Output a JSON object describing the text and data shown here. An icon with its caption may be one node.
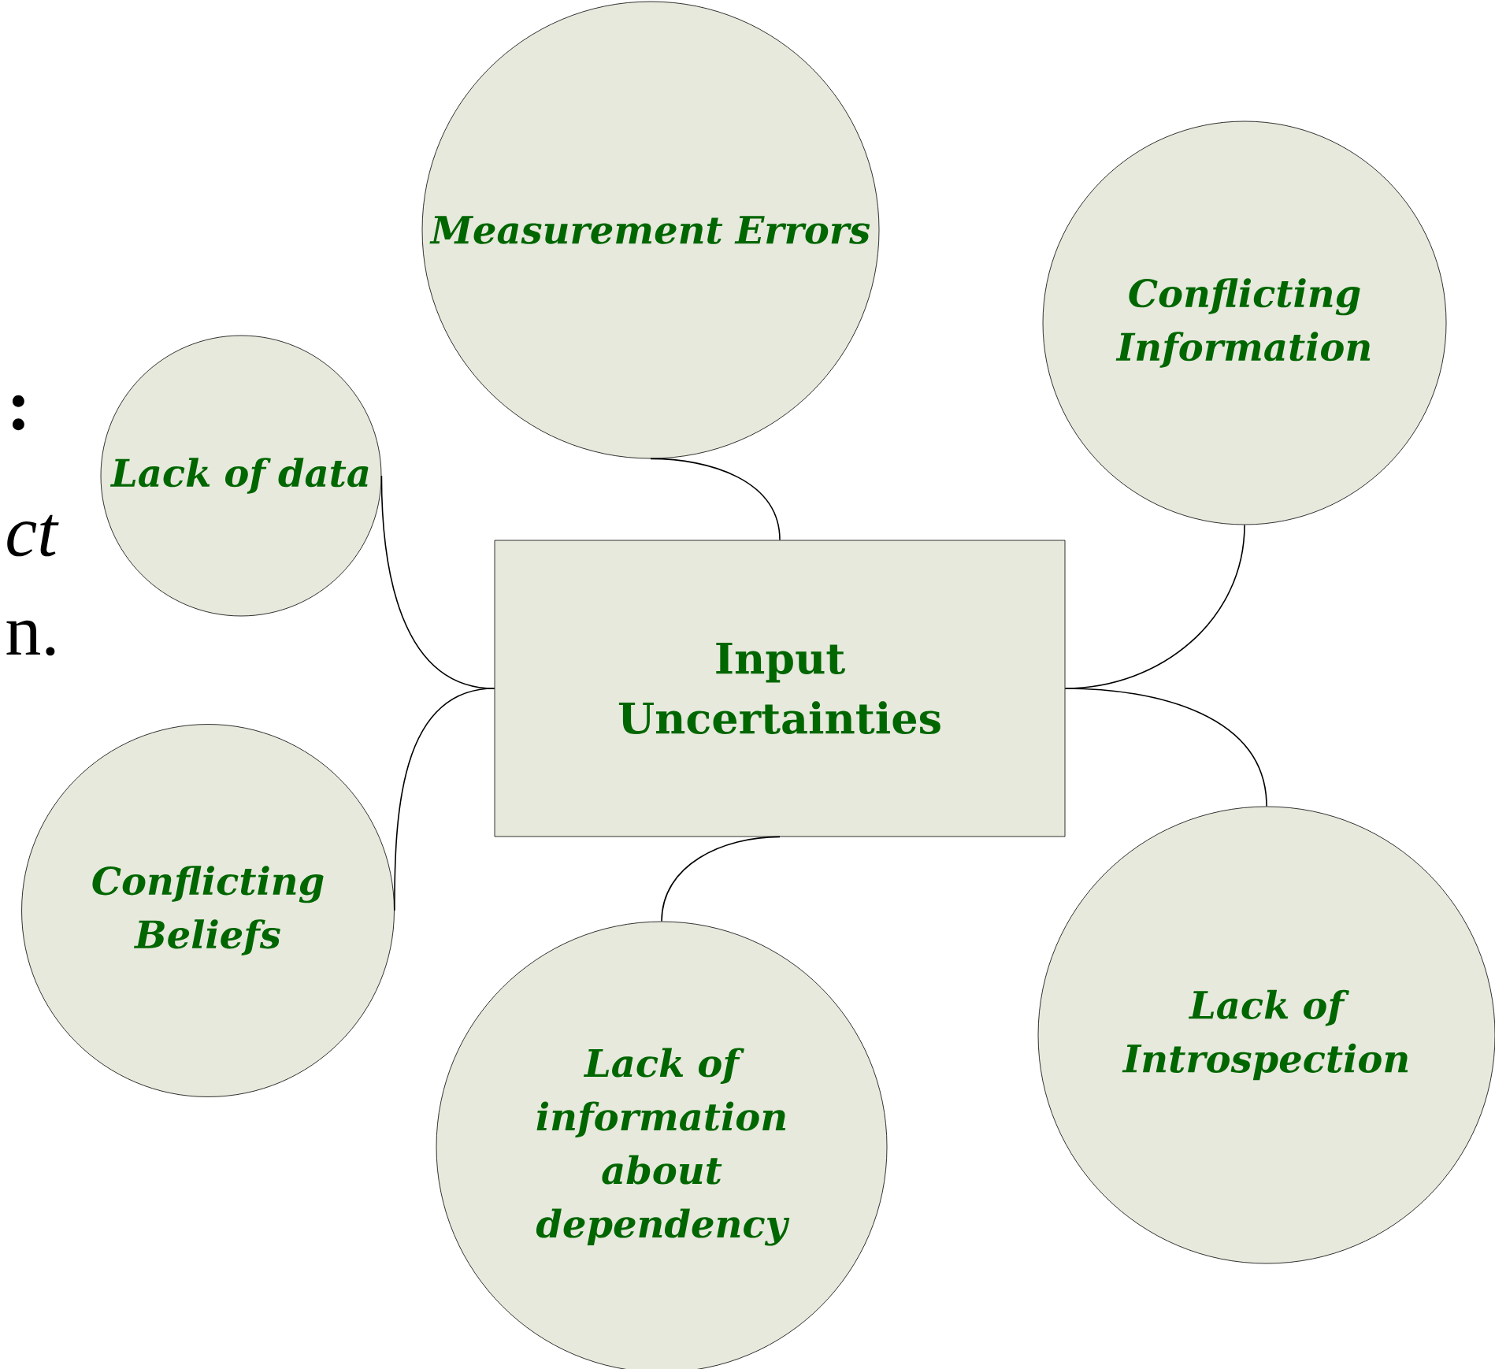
{
  "diagram": {
    "nodes": [
      {
        "text": [
          "Input Uncertainties"
        ]
      },
      {
        "text": [
          "Measurement Errors"
        ]
      },
      {
        "text": [
          "Conflicting Information"
        ]
      },
      {
        "text": [
          "Lack of data"
        ]
      },
      {
        "text": [
          "Conflicting Beliefs"
        ]
      },
      {
        "text": [
          "Lack of information about dependency"
        ]
      },
      {
        "text": [
          "Lack of Introspection"
        ]
      }
    ],
    "edges": [
      {
        "from": 0,
        "to": 1,
        "arrow": "none"
      },
      {
        "from": 0,
        "to": 2,
        "arrow": "none"
      },
      {
        "from": 0,
        "to": 3,
        "arrow": "none"
      },
      {
        "from": 0,
        "to": 4,
        "arrow": "none"
      },
      {
        "from": 0,
        "to": 5,
        "arrow": "none"
      },
      {
        "from": 0,
        "to": 6,
        "arrow": "none"
      }
    ],
    "labels": [
      ":",
      "ct",
      "n."
    ]
  }
}
